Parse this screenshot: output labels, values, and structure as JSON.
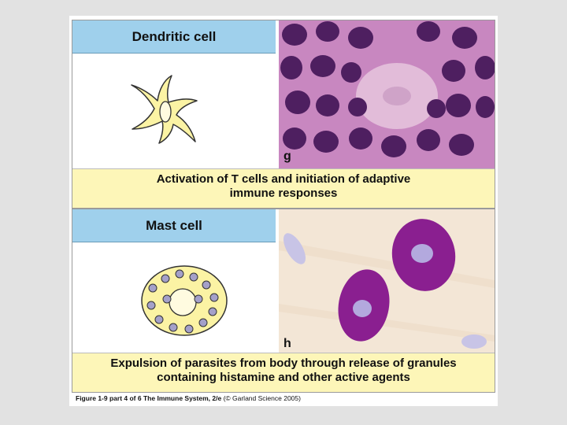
{
  "panels": [
    {
      "title": "Dendritic cell",
      "letter": "g",
      "caption_line1": "Activation of T cells and initiation of adaptive",
      "caption_line2": "immune responses",
      "header_color": "#9fd0ec",
      "caption_color": "#fdf6b8"
    },
    {
      "title": "Mast cell",
      "letter": "h",
      "caption_line1": "Expulsion of parasites from body through release of granules",
      "caption_line2": "containing histamine and other active agents",
      "header_color": "#9fd0ec",
      "caption_color": "#fdf6b8"
    }
  ],
  "footer": {
    "figure": "Figure 1-9 part 4 of 6",
    "book": "The Immune System, 2/e",
    "credit": "(© Garland Science 2005)"
  }
}
